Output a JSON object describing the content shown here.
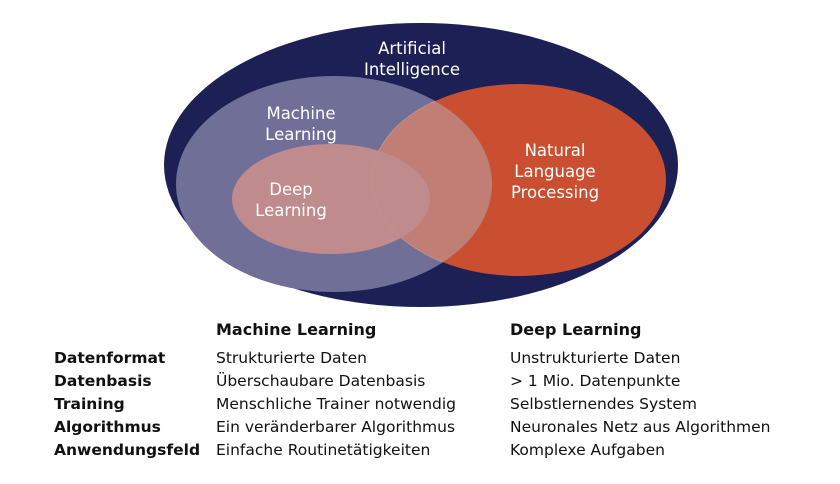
{
  "diagram": {
    "ai": {
      "label_line1": "Artificial",
      "label_line2": "Intelligence"
    },
    "ml": {
      "label_line1": "Machine",
      "label_line2": "Learning"
    },
    "dl": {
      "label_line1": "Deep",
      "label_line2": "Learning"
    },
    "nlp": {
      "label_line1": "Natural",
      "label_line2": "Language",
      "label_line3": "Processing"
    },
    "colors": {
      "ai_fill": "#1c2055",
      "ml_fill": "#6f6f98",
      "dl_fill": "#c08b8c",
      "nlp_fill": "#c94f30",
      "overlap_fill": "#c07e74"
    }
  },
  "comparison": {
    "headers": {
      "ml": "Machine Learning",
      "dl": "Deep Learning"
    },
    "rows": [
      {
        "label": "Datenformat",
        "ml": "Strukturierte Daten",
        "dl": "Unstrukturierte Daten"
      },
      {
        "label": "Datenbasis",
        "ml": "Überschaubare Datenbasis",
        "dl": "> 1 Mio. Datenpunkte"
      },
      {
        "label": "Training",
        "ml": "Menschliche Trainer notwendig",
        "dl": "Selbstlernendes System"
      },
      {
        "label": "Algorithmus",
        "ml": "Ein veränderbarer Algorithmus",
        "dl": "Neuronales Netz aus Algorithmen"
      },
      {
        "label": "Anwendungsfeld",
        "ml": "Einfache Routinetätigkeiten",
        "dl": "Komplexe Aufgaben"
      }
    ]
  }
}
